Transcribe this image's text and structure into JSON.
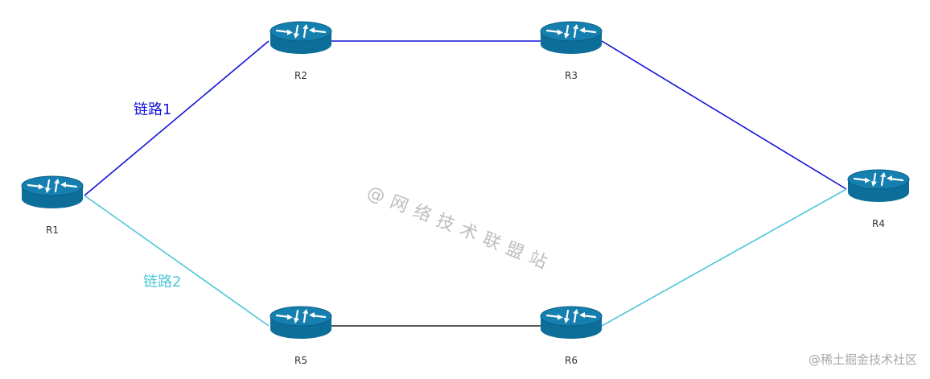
{
  "nodes": [
    {
      "id": "R1",
      "label": "R1"
    },
    {
      "id": "R2",
      "label": "R2"
    },
    {
      "id": "R3",
      "label": "R3"
    },
    {
      "id": "R4",
      "label": "R4"
    },
    {
      "id": "R5",
      "label": "R5"
    },
    {
      "id": "R6",
      "label": "R6"
    }
  ],
  "links": [
    {
      "id": "link1",
      "label": "链路1",
      "color": "#1414d8",
      "path": [
        "R1",
        "R2",
        "R3",
        "R4"
      ]
    },
    {
      "id": "link2",
      "label": "链路2",
      "color": "#4ec6d8",
      "path": [
        "R1",
        "R5",
        "R6",
        "R4"
      ]
    }
  ],
  "edges": [
    {
      "from": "R1",
      "to": "R2",
      "color": "#1414d8"
    },
    {
      "from": "R2",
      "to": "R3",
      "color": "#1414d8"
    },
    {
      "from": "R3",
      "to": "R4",
      "color": "#1414d8"
    },
    {
      "from": "R1",
      "to": "R5",
      "color": "#4ec6d8"
    },
    {
      "from": "R5",
      "to": "R6",
      "color": "#222222"
    },
    {
      "from": "R6",
      "to": "R4",
      "color": "#4ec6d8"
    }
  ],
  "router_color": "#0d6e9a",
  "router_top_color": "#1580b0",
  "watermark": "@网络技术联盟站",
  "footer": "@稀土掘金技术社区"
}
